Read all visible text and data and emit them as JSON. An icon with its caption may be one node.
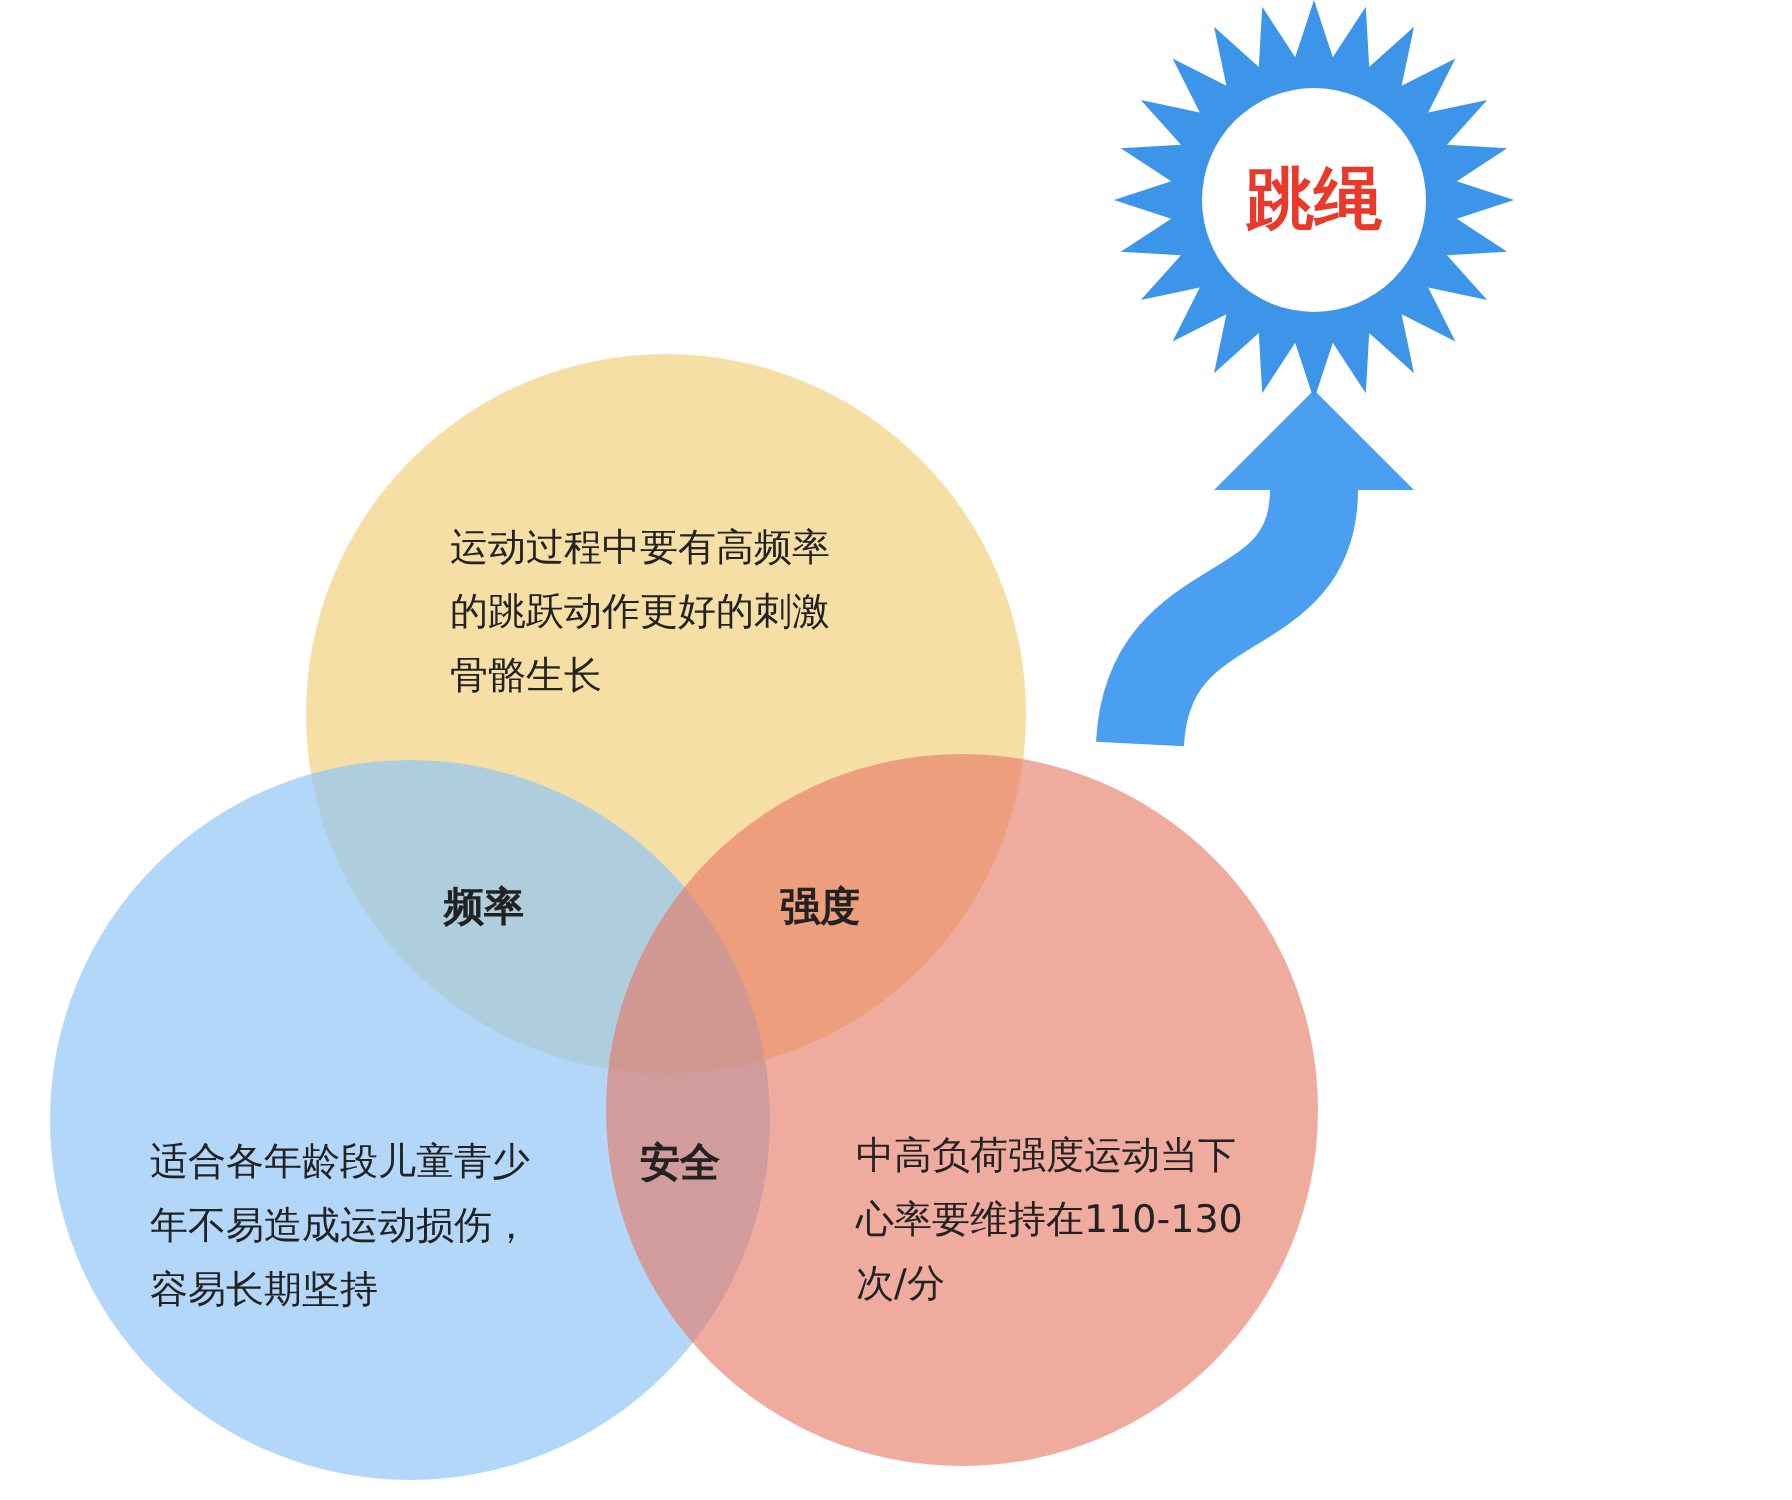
{
  "diagram": {
    "nodes": [
      {
        "text": [
          "运动过程中要有高频率的跳跃动作更好的刺激骨骼生长"
        ]
      },
      {
        "text": [
          "适合各年龄段儿童青少年不易造成运动损伤，容易长期坚持"
        ]
      },
      {
        "text": [
          "中高负荷强度运动当下心率要维持在110-130次/分"
        ]
      },
      {
        "text": [
          "跳绳"
        ]
      }
    ],
    "edges": [
      {
        "from": null,
        "to": 3,
        "arrow": "to"
      }
    ],
    "labels": [
      "频率",
      "强度",
      "安全"
    ]
  }
}
